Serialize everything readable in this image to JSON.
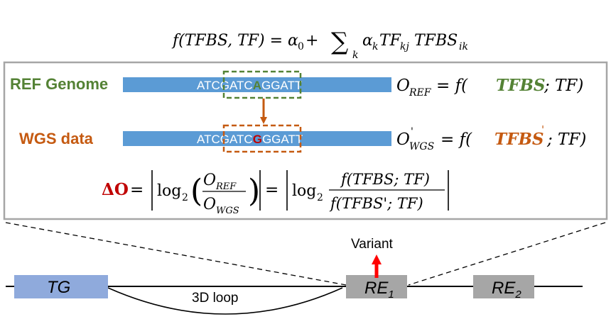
{
  "formula_top": {
    "lhs": "f(TFBS, TF) = ",
    "alpha0": "α",
    "alpha0_sub": "0",
    "plus": " + ",
    "sum": "∑",
    "sum_sub": "k",
    "alpha_k": "α",
    "alpha_k_sub": "k",
    "tf": "TF",
    "tf_sub": "kj",
    "tfbs": "TFBS",
    "tfbs_sub": "ik"
  },
  "ref_row": {
    "label": "REF Genome",
    "seq_left": "ATCGATC",
    "seq_base": "A",
    "seq_right": "GGATT",
    "eq_O": "O",
    "eq_sub": "REF",
    "eq_mid": " = f(",
    "eq_tfbs": "TFBS",
    "eq_end": "; TF)"
  },
  "wgs_row": {
    "label": "WGS data",
    "seq_left": "ATCGATC",
    "seq_base": "G",
    "seq_right": "GGATT",
    "eq_O": "O",
    "eq_prime": "'",
    "eq_sub": "WGS",
    "eq_mid": " = f(",
    "eq_tfbs": "TFBS",
    "eq_tfbs_prime": "'",
    "eq_end": "; TF)"
  },
  "delta_formula": {
    "delta": "ΔO",
    "eq": "=",
    "log": "log",
    "log_sub": "2",
    "num_O": "O",
    "num_sub": "REF",
    "den_O": "O",
    "den_sub": "WGS",
    "num2": "f(TFBS; TF)",
    "den2": "f(TFBS'; TF)"
  },
  "genome": {
    "tg_label": "TG",
    "loop_label": "3D loop",
    "variant_label": "Variant",
    "re1_label": "RE",
    "re1_sub": "1",
    "re2_label": "RE",
    "re2_sub": "2"
  },
  "colors": {
    "green": "#548235",
    "orange": "#c55a11",
    "red": "#c00000",
    "blue_bar": "#5b9bd5",
    "tg_box": "#8faadc",
    "re_box": "#a6a6a6",
    "arrow_red": "#ff0000"
  }
}
